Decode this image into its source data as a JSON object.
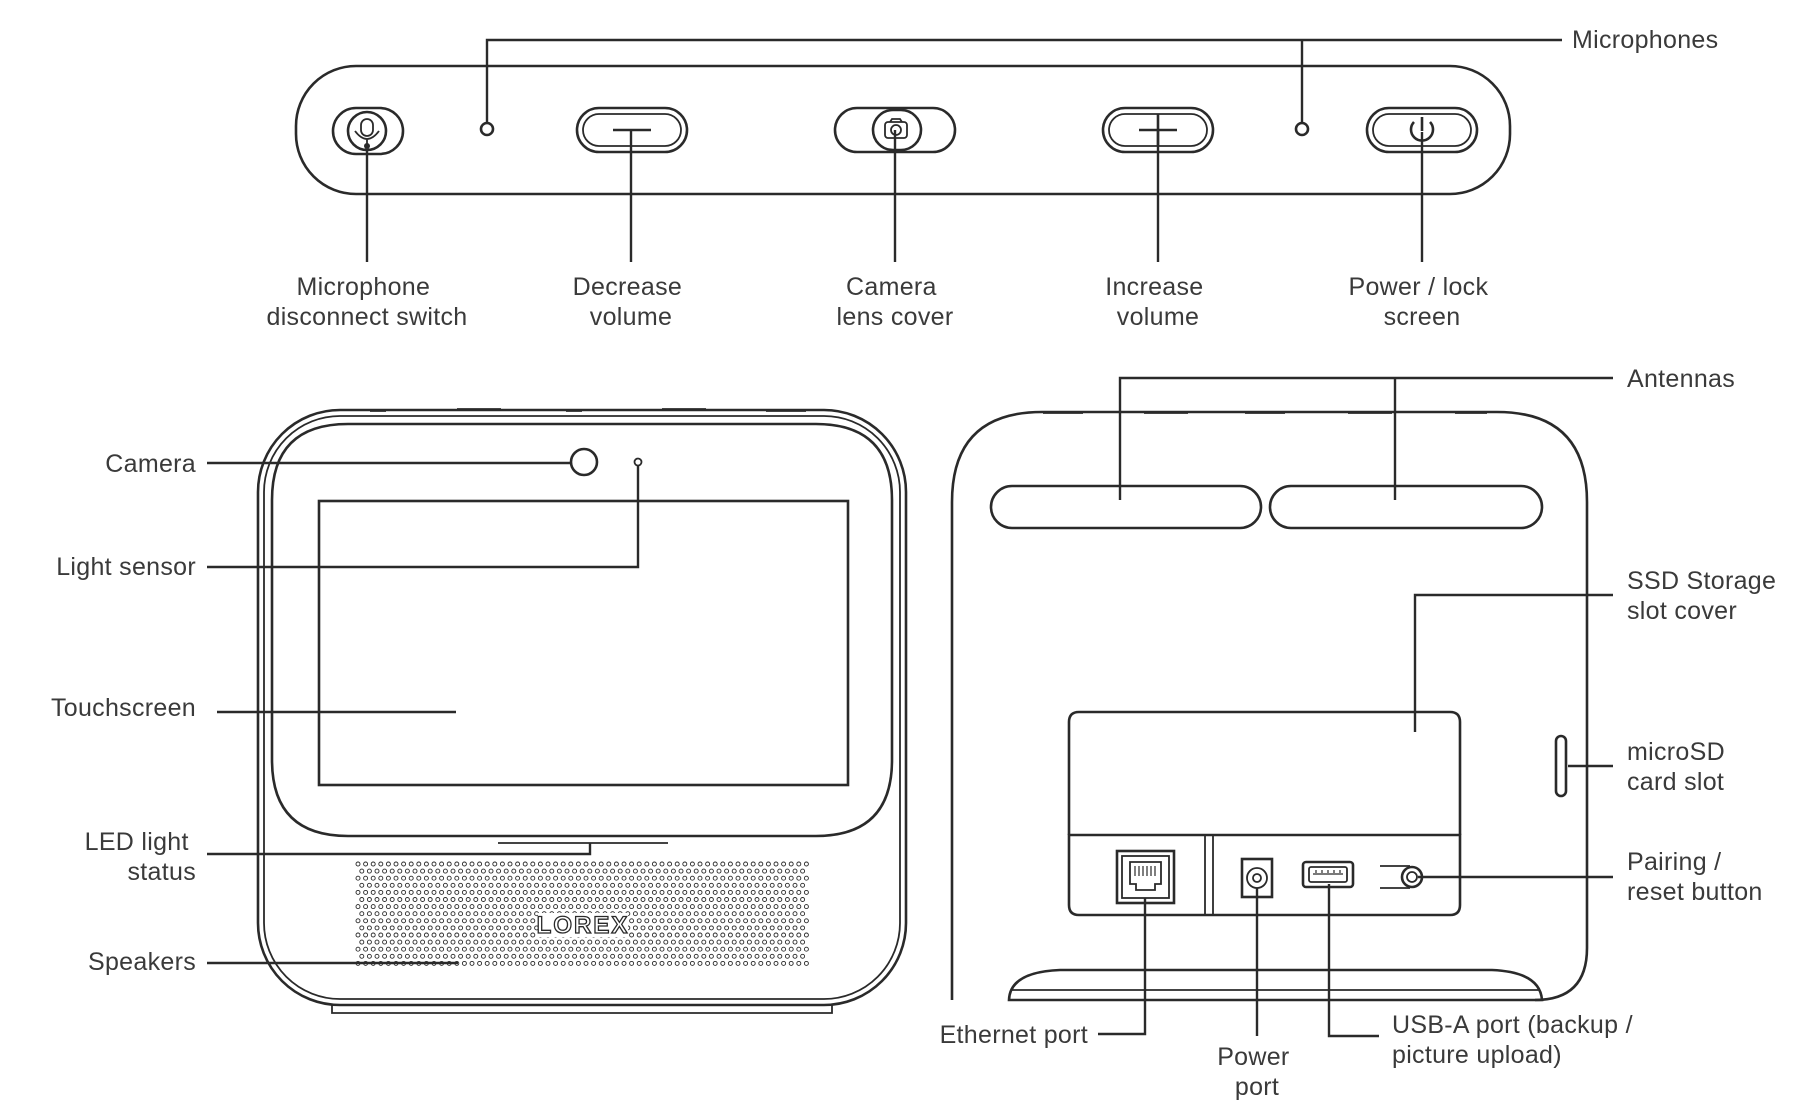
{
  "brand_logo": "LOREX",
  "top_view": {
    "microphones": "Microphones",
    "mic_switch": [
      "Microphone",
      "disconnect switch"
    ],
    "decrease_volume": [
      "Decrease",
      "volume"
    ],
    "camera_lens_cover": [
      "Camera",
      "lens cover"
    ],
    "increase_volume": [
      "Increase",
      "volume"
    ],
    "power_lock": [
      "Power / lock",
      "screen"
    ]
  },
  "front_view": {
    "camera": "Camera",
    "light_sensor": "Light sensor",
    "touchscreen": "Touchscreen",
    "led_status": [
      "LED light",
      "status"
    ],
    "speakers": "Speakers"
  },
  "back_view": {
    "antennas": "Antennas",
    "ssd_cover": [
      "SSD Storage",
      "slot cover"
    ],
    "microsd_slot": [
      "microSD",
      "card slot"
    ],
    "pairing_reset": [
      "Pairing /",
      "reset button"
    ],
    "ethernet_port": "Ethernet port",
    "power_port": [
      "Power",
      "port"
    ],
    "usb_port": [
      "USB-A port (backup /",
      "picture upload)"
    ]
  }
}
